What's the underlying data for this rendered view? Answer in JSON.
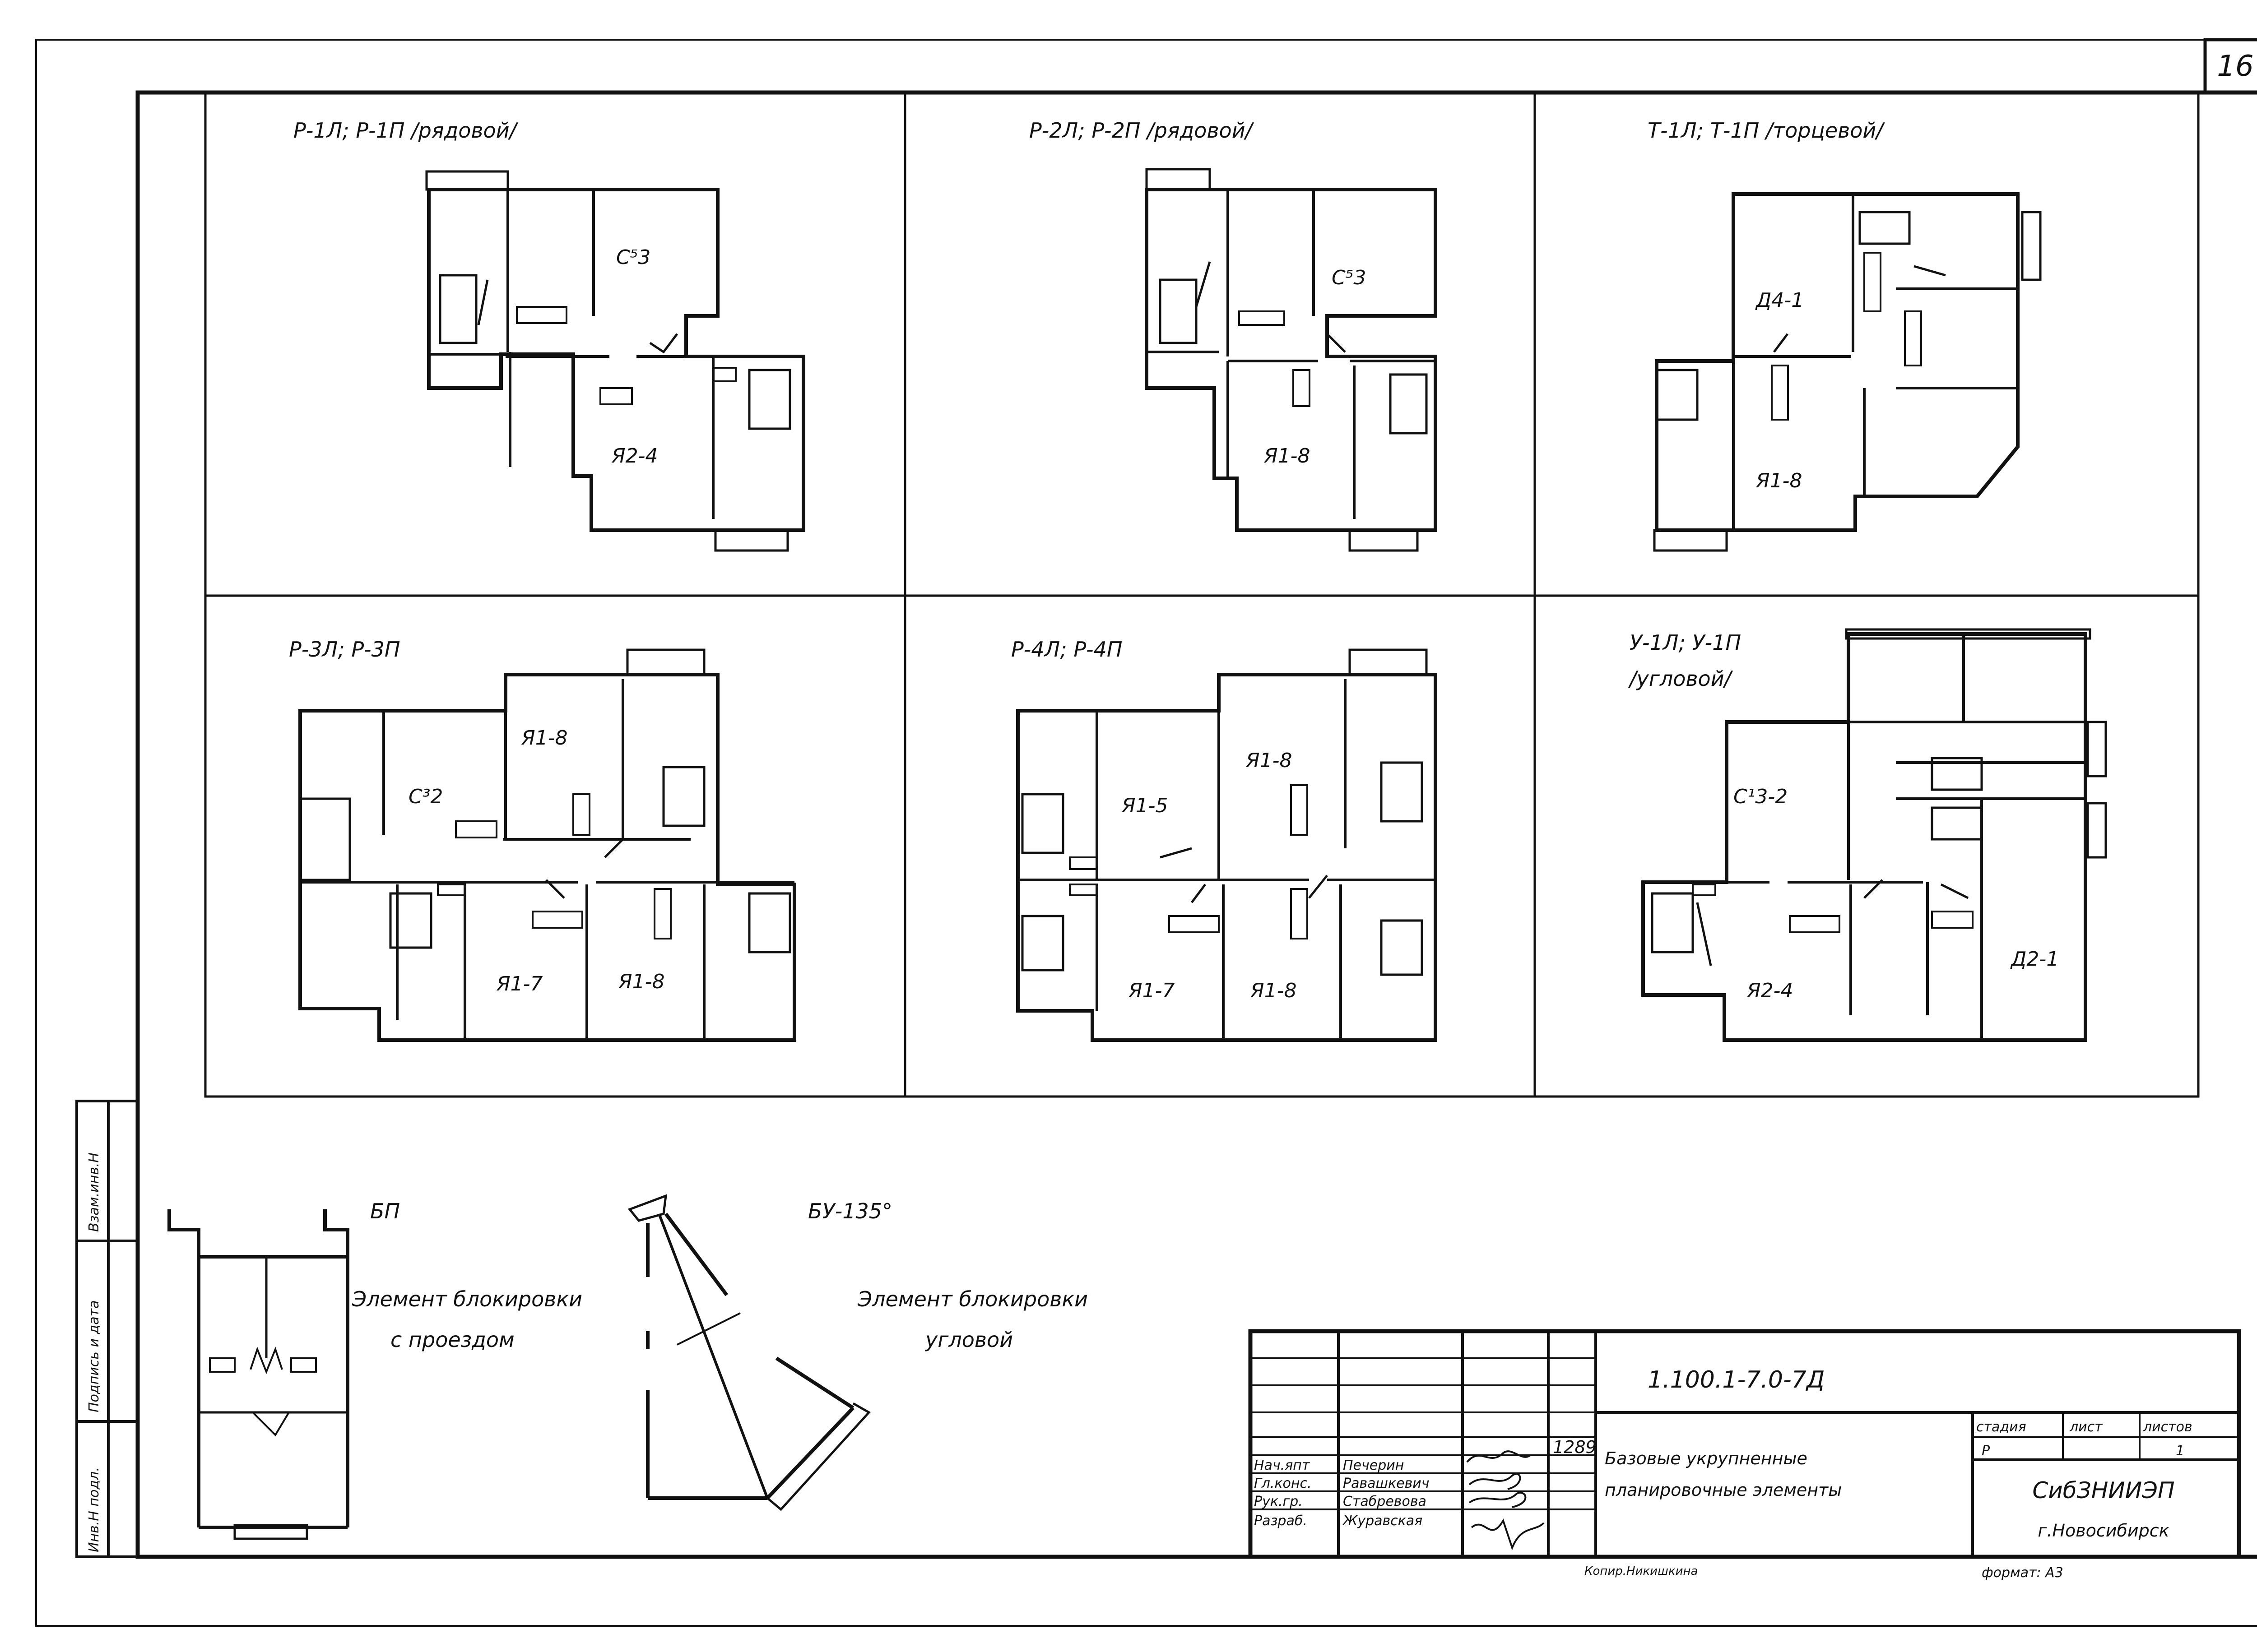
{
  "sheet": {
    "number": "16"
  },
  "plans": [
    {
      "title": "Р-1Л; Р-1П /рядовой/",
      "rooms": [
        "С⁵3",
        "Я2-4"
      ]
    },
    {
      "title": "Р-2Л; Р-2П /рядовой/",
      "rooms": [
        "С⁵3",
        "Я1-8"
      ]
    },
    {
      "title": "Т-1Л; Т-1П /торцевой/",
      "rooms": [
        "Д4-1",
        "Я1-8"
      ]
    },
    {
      "title": "Р-3Л; Р-3П",
      "rooms": [
        "С³2",
        "Я1-8",
        "Я1-7",
        "Я1-8"
      ]
    },
    {
      "title": "Р-4Л; Р-4П",
      "rooms": [
        "Я1-5",
        "Я1-8",
        "Я1-7",
        "Я1-8"
      ]
    },
    {
      "title": "У-1Л; У-1П",
      "subtitle": "/угловой/",
      "rooms": [
        "С¹3-2",
        "Я2-4",
        "Д2-1"
      ]
    }
  ],
  "elements": [
    {
      "code": "БП",
      "caption_1": "Элемент блокировки",
      "caption_2": "с проездом"
    },
    {
      "code": "БУ-135°",
      "caption_1": "Элемент блокировки",
      "caption_2": "угловой"
    }
  ],
  "side_stamp": {
    "col1": "Инв.Н подл.",
    "col2": "Подпись и дата",
    "col3": "Взам.инв.Н"
  },
  "title_block": {
    "doc_code": "1.100.1-7.0-7Д",
    "title_line1": "Базовые укрупненные",
    "title_line2": "планировочные элементы",
    "date": "1289",
    "roles": [
      "Нач.япт",
      "Гл.конс.",
      "Рук.гр.",
      "Разраб."
    ],
    "names": [
      "Печерин",
      "Равашкевич",
      "Стабревова",
      "Журавская"
    ],
    "stage_header": "стадия",
    "sheet_header": "лист",
    "sheets_header": "листов",
    "stage": "Р",
    "sheets_count": "1",
    "org": "СибЗНИИЭП",
    "city": "г.Новосибирск",
    "copied": "Копир.Никишкина",
    "format": "формат: А3"
  }
}
